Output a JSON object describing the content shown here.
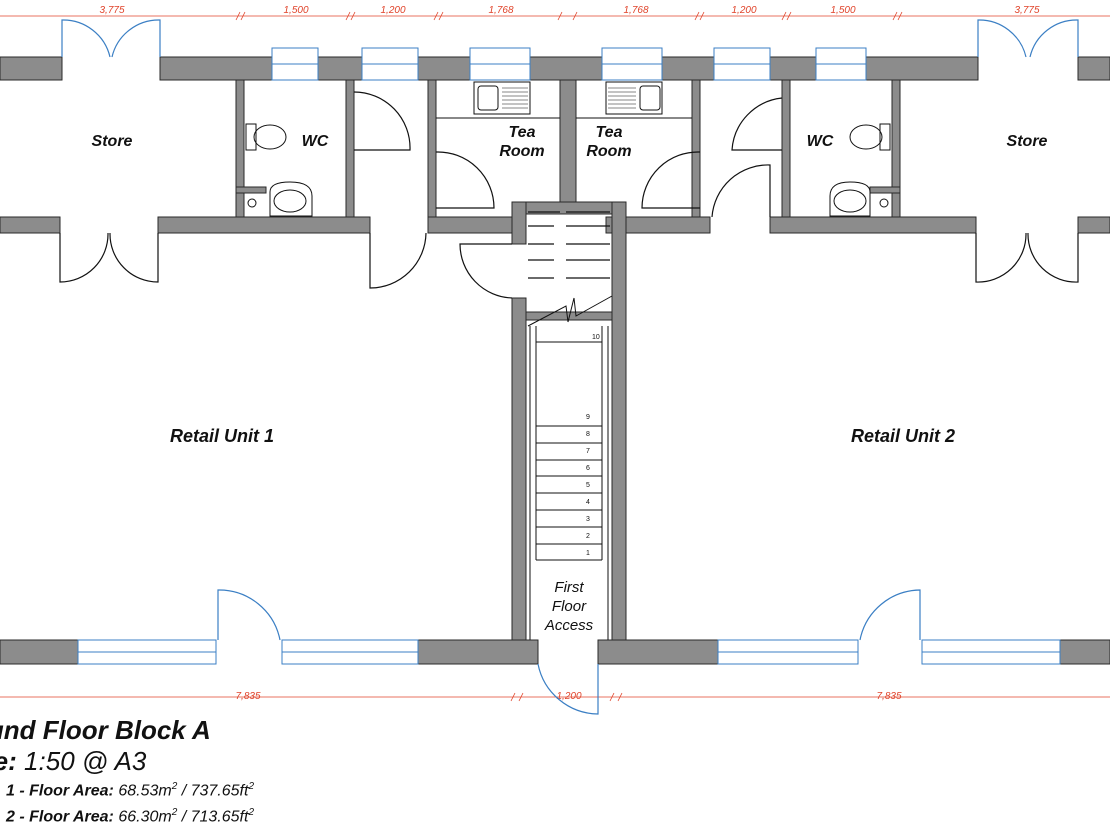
{
  "dimensions_top": [
    "3,775",
    "1,500",
    "1,200",
    "1,768",
    "1,768",
    "1,200",
    "1,500",
    "3,775"
  ],
  "dimensions_bottom": [
    "7,835",
    "1,200",
    "7,835"
  ],
  "rooms": {
    "store_left": "Store",
    "store_right": "Store",
    "wc_left": "WC",
    "wc_right": "WC",
    "tea_left_1": "Tea",
    "tea_left_2": "Room",
    "tea_right_1": "Tea",
    "tea_right_2": "Room",
    "retail_1": "Retail Unit 1",
    "retail_2": "Retail Unit 2",
    "access_1": "First",
    "access_2": "Floor",
    "access_3": "Access"
  },
  "stair_numbers": [
    "10",
    "9",
    "8",
    "7",
    "6",
    "5",
    "4",
    "3",
    "2",
    "1"
  ],
  "title": {
    "heading": "ound Floor Block A",
    "scale_label": "ale:",
    "scale_value": "1:50 @ A3",
    "unit1_label": "1 - Floor Area:",
    "unit1_m2": "68.53m",
    "unit1_ft2": "737.65ft",
    "unit2_label": "2 - Floor Area:",
    "unit2_m2": "66.30m",
    "unit2_ft2": "713.65ft",
    "sup": "2"
  },
  "colors": {
    "wall": "#8c8c8c",
    "window": "#3b7fc4",
    "dimension": "#e0442b"
  }
}
